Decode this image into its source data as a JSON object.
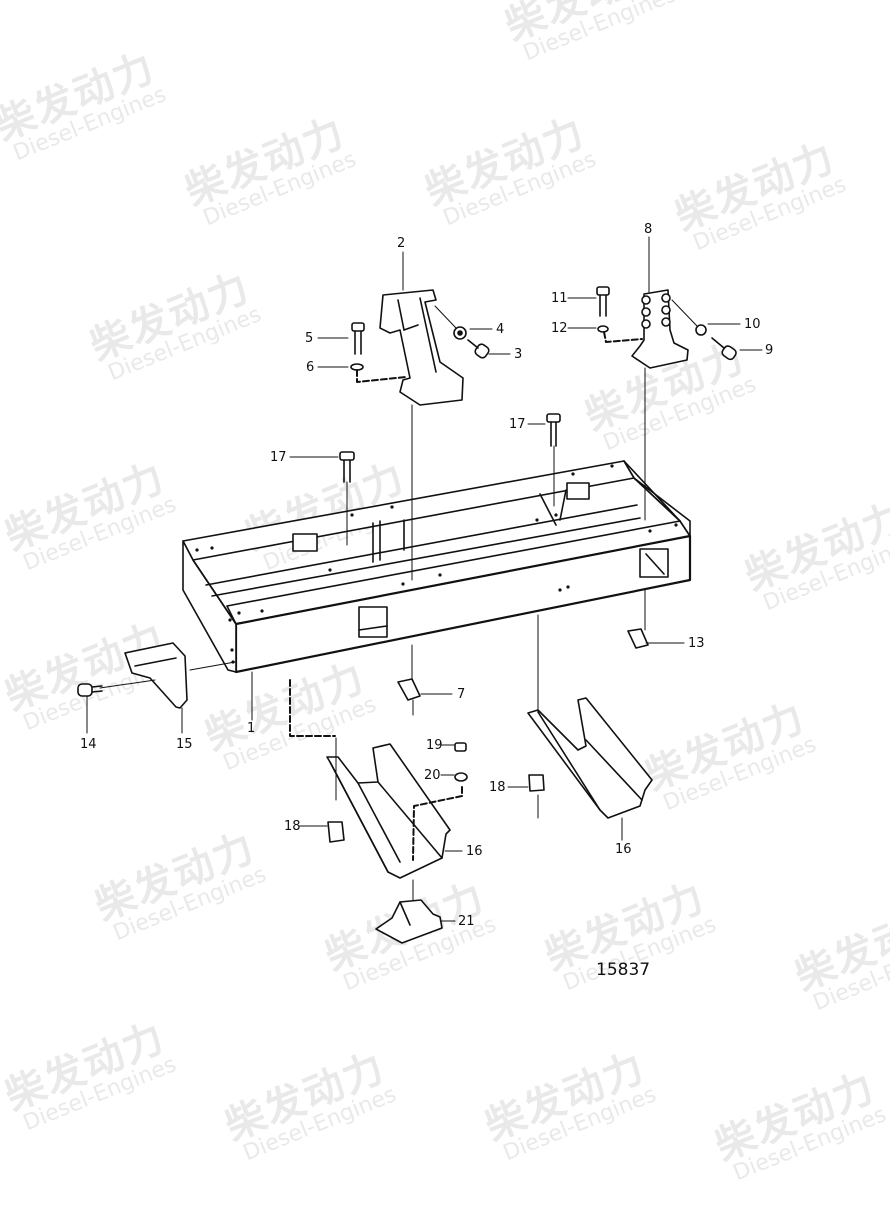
{
  "diagram": {
    "type": "exploded-parts-diagram",
    "subject": "Engine mounting frame assembly",
    "drawing_number": "15837",
    "watermark": {
      "text_cn": "柴发动力",
      "text_en": "Diesel-Engines",
      "color": "#e9e9e9"
    },
    "callouts": [
      {
        "id": "1",
        "label": "1",
        "part": "frame"
      },
      {
        "id": "2",
        "label": "2",
        "part": "front-left-bracket"
      },
      {
        "id": "3",
        "label": "3",
        "part": "bolt"
      },
      {
        "id": "4",
        "label": "4",
        "part": "washer"
      },
      {
        "id": "5",
        "label": "5",
        "part": "bolt"
      },
      {
        "id": "6",
        "label": "6",
        "part": "washer"
      },
      {
        "id": "7",
        "label": "7",
        "part": "spacer-plate"
      },
      {
        "id": "8",
        "label": "8",
        "part": "front-right-bracket"
      },
      {
        "id": "9",
        "label": "9",
        "part": "bolt"
      },
      {
        "id": "10",
        "label": "10",
        "part": "washer"
      },
      {
        "id": "11",
        "label": "11",
        "part": "bolt"
      },
      {
        "id": "12",
        "label": "12",
        "part": "washer"
      },
      {
        "id": "13",
        "label": "13",
        "part": "spacer-plate"
      },
      {
        "id": "14",
        "label": "14",
        "part": "flange-bolt"
      },
      {
        "id": "15",
        "label": "15",
        "part": "side-bracket"
      },
      {
        "id": "16a",
        "label": "16",
        "part": "support-rail-left"
      },
      {
        "id": "16b",
        "label": "16",
        "part": "support-rail-right"
      },
      {
        "id": "17a",
        "label": "17",
        "part": "flange-bolt-left"
      },
      {
        "id": "17b",
        "label": "17",
        "part": "flange-bolt-right"
      },
      {
        "id": "18a",
        "label": "18",
        "part": "flange-nut-left"
      },
      {
        "id": "18b",
        "label": "18",
        "part": "flange-nut-right"
      },
      {
        "id": "19",
        "label": "19",
        "part": "bolt"
      },
      {
        "id": "20",
        "label": "20",
        "part": "washer"
      },
      {
        "id": "21",
        "label": "21",
        "part": "rubber-mount"
      }
    ]
  }
}
